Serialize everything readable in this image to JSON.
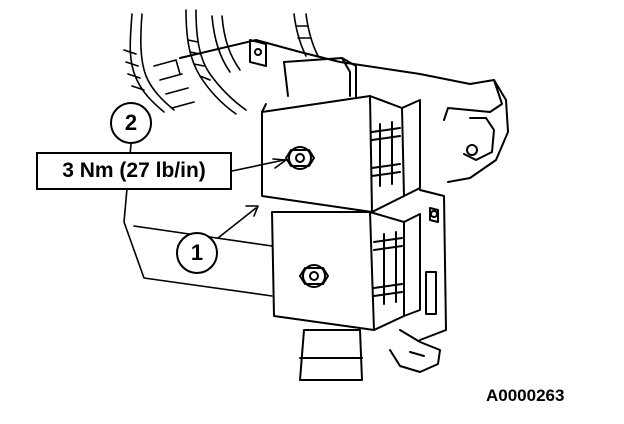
{
  "callouts": {
    "one": "1",
    "two": "2"
  },
  "torque_label": "3 Nm (27 lb/in)",
  "figure_id": "A0000263",
  "colors": {
    "ink": "#000000",
    "background": "#ffffff"
  }
}
